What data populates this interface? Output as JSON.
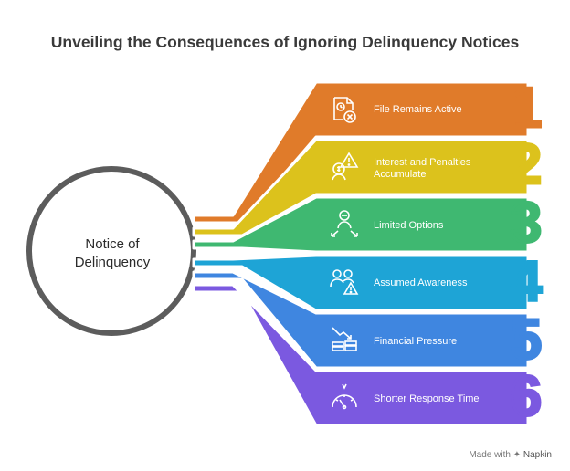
{
  "title": "Unveiling the Consequences of Ignoring Delinquency Notices",
  "center": {
    "line1": "Notice of",
    "line2": "Delinquency"
  },
  "items": [
    {
      "number": "1",
      "label": "File Remains Active",
      "icon": "file-cancel-icon",
      "color": "#E07B2A"
    },
    {
      "number": "2",
      "label": "Interest and Penalties Accumulate",
      "icon": "warning-coin-icon",
      "color": "#DCC21C"
    },
    {
      "number": "3",
      "label": "Limited Options",
      "icon": "person-arrows-icon",
      "color": "#3FB871"
    },
    {
      "number": "4",
      "label": "Assumed Awareness",
      "icon": "people-warning-icon",
      "color": "#1EA4D6"
    },
    {
      "number": "5",
      "label": "Financial Pressure",
      "icon": "money-down-icon",
      "color": "#3F86E0"
    },
    {
      "number": "6",
      "label": "Shorter Response Time",
      "icon": "speedometer-icon",
      "color": "#7B59E0"
    }
  ],
  "footer": {
    "made_with": "Made with",
    "brand": "Napkin"
  }
}
